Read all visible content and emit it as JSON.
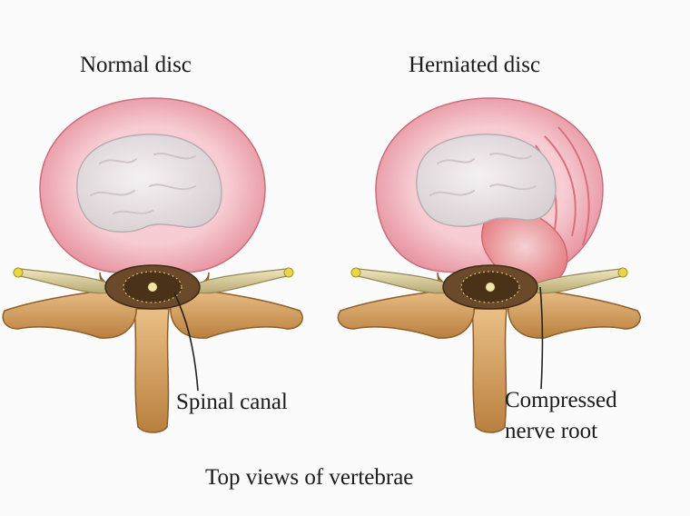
{
  "titles": {
    "normal": "Normal disc",
    "herniated": "Herniated disc"
  },
  "labels": {
    "spinal_canal": "Spinal canal",
    "compressed_nerve_line1": "Compressed",
    "compressed_nerve_line2": "nerve root"
  },
  "caption": "Top views of vertebrae",
  "colors": {
    "annulus": "#f2b8c0",
    "nucleus": "#ece4e6",
    "bone": "#d8a468",
    "nerve": "#d4c89a",
    "herniation": "#ee8d90"
  }
}
